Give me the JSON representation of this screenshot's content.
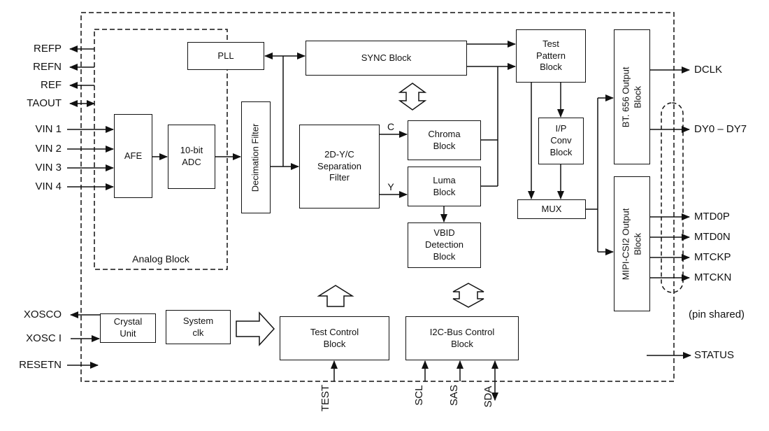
{
  "blocks": {
    "analog_label": "Analog Block",
    "afe": "AFE",
    "adc": "10-bit\nADC",
    "pll": "PLL",
    "sync": "SYNC Block",
    "decimation": "Decimation Filter",
    "yc_separation": "2D-Y/C\nSeparation\nFilter",
    "chroma": "Chroma\nBlock",
    "luma": "Luma\nBlock",
    "vbid": "VBID\nDetection\nBlock",
    "test_pattern": "Test\nPattern\nBlock",
    "ip_conv": "I/P\nConv\nBlock",
    "mux": "MUX",
    "bt656": "BT. 656 Output\nBlock",
    "mipi": "MIPI-CSI2 Output\nBlock",
    "crystal": "Crystal\nUnit",
    "system_clk": "System\nclk",
    "test_control": "Test Control\nBlock",
    "i2c": "I2C-Bus Control\nBlock"
  },
  "signals": {
    "c": "C",
    "y": "Y"
  },
  "pins": {
    "left": {
      "refp": "REFP",
      "refn": "REFN",
      "ref": "REF",
      "taout": "TAOUT",
      "vin1": "VIN 1",
      "vin2": "VIN 2",
      "vin3": "VIN 3",
      "vin4": "VIN 4",
      "xosco": "XOSCO",
      "xosci": "XOSC I",
      "resetn": "RESETN"
    },
    "right": {
      "dclk": "DCLK",
      "dy": "DY0 – DY7",
      "mtd0p": "MTD0P",
      "mtd0n": "MTD0N",
      "mtckp": "MTCKP",
      "mtckn": "MTCKN",
      "status": "STATUS"
    },
    "bottom": {
      "test": "TEST",
      "scl": "SCL",
      "sas": "SAS",
      "sda": "SDA"
    },
    "note": "(pin shared)"
  }
}
